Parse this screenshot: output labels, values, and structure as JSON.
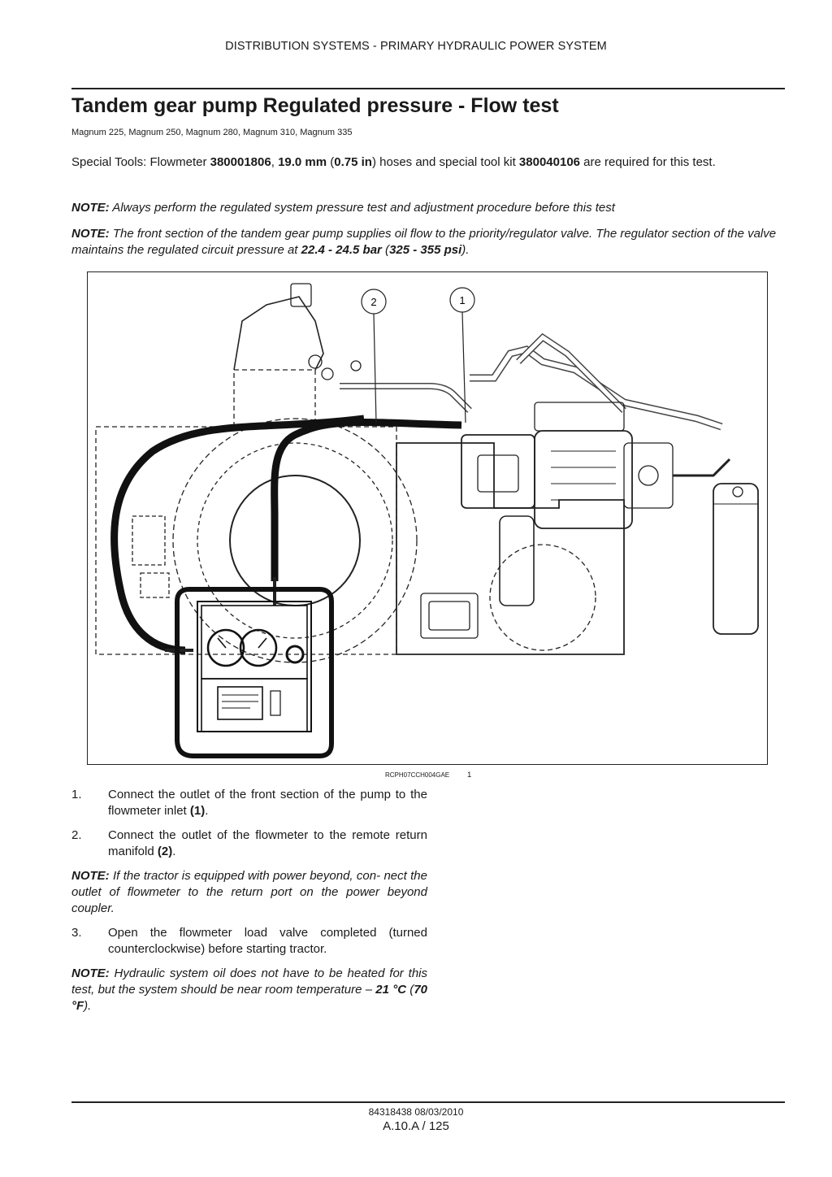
{
  "header": {
    "running_title": "DISTRIBUTION SYSTEMS - PRIMARY HYDRAULIC POWER SYSTEM"
  },
  "title": "Tandem gear pump Regulated pressure - Flow test",
  "models": "Magnum 225, Magnum 250, Magnum 280, Magnum 310, Magnum 335",
  "special_tools": {
    "prefix": "Special Tools: Flowmeter ",
    "flowmeter_part": "380001806",
    "sep": ", ",
    "hose_size_mm": "19.0 mm",
    "paren_open": " (",
    "hose_size_in": "0.75 in",
    "middle": ") hoses and special tool kit ",
    "kit_part": "380040106",
    "suffix": " are required for this test."
  },
  "note1": {
    "label": "NOTE:",
    "text": " Always perform the regulated system pressure test and adjustment procedure before this test"
  },
  "note2": {
    "label": "NOTE:",
    "text": " The front section of the tandem gear pump supplies oil flow to the priority/regulator valve.  The regulator section of the valve maintains the regulated circuit pressure at ",
    "value_bar": "22.4 - 24.5 bar",
    "paren_open": " (",
    "value_psi": "325 - 355 psi",
    "end": ")."
  },
  "figure": {
    "callouts": [
      "2",
      "1"
    ],
    "caption_code": "RCPH07CCH004GAE",
    "number": "1"
  },
  "steps": [
    {
      "num": "1.",
      "text": "Connect the outlet of the front section of the pump to the flowmeter inlet ",
      "ref": "(1)",
      "end": "."
    },
    {
      "num": "2.",
      "text": "Connect the outlet of the flowmeter to the remote return manifold ",
      "ref": "(2)",
      "end": "."
    }
  ],
  "note3": {
    "label": "NOTE:",
    "text": " If the tractor is equipped with power beyond, con- nect the outlet of flowmeter to the return port on the power beyond coupler."
  },
  "step3": {
    "num": "3.",
    "text": "Open the flowmeter load valve completed (turned counterclockwise) before starting tractor."
  },
  "note4": {
    "label": "NOTE:",
    "text": " Hydraulic system oil does not have to be heated for this test, but the system should be near room temperature – ",
    "temp_c": "21 °C",
    "paren_open": " (",
    "temp_f": "70 °F",
    "end": ")."
  },
  "footer": {
    "doc_code": "84318438 08/03/2010",
    "page": "A.10.A / 125"
  }
}
